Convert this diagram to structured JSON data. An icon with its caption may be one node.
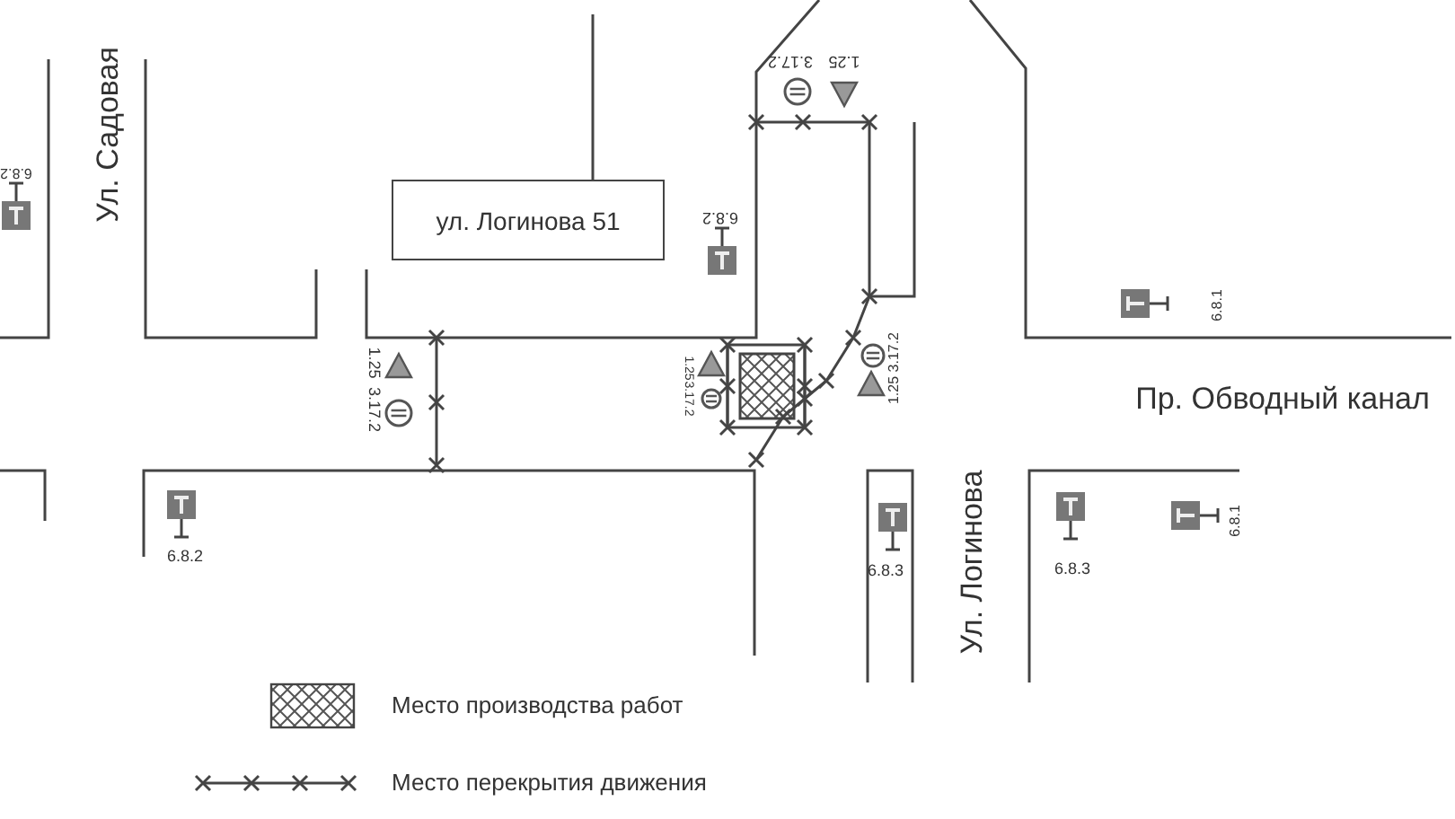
{
  "diagram": {
    "nodes": [
      {
        "text": [
          "ул. Логинова 51"
        ]
      }
    ],
    "labels": [
      "Ул. Садовая",
      "6.8.2",
      "1.25",
      "3.17.2",
      "6.8.2",
      "1.25",
      "3.17.2",
      "1.25",
      "3.17.2",
      "1.25 3.17.2",
      "6.8.1",
      "Пр. Обводный канал",
      "6.8.2",
      "6.8.3",
      "Ул. Логинова",
      "6.8.3",
      "6.8.1"
    ],
    "legend": [
      {
        "text": "Место производства работ"
      },
      {
        "text": "Место перекрытия движения"
      }
    ]
  }
}
